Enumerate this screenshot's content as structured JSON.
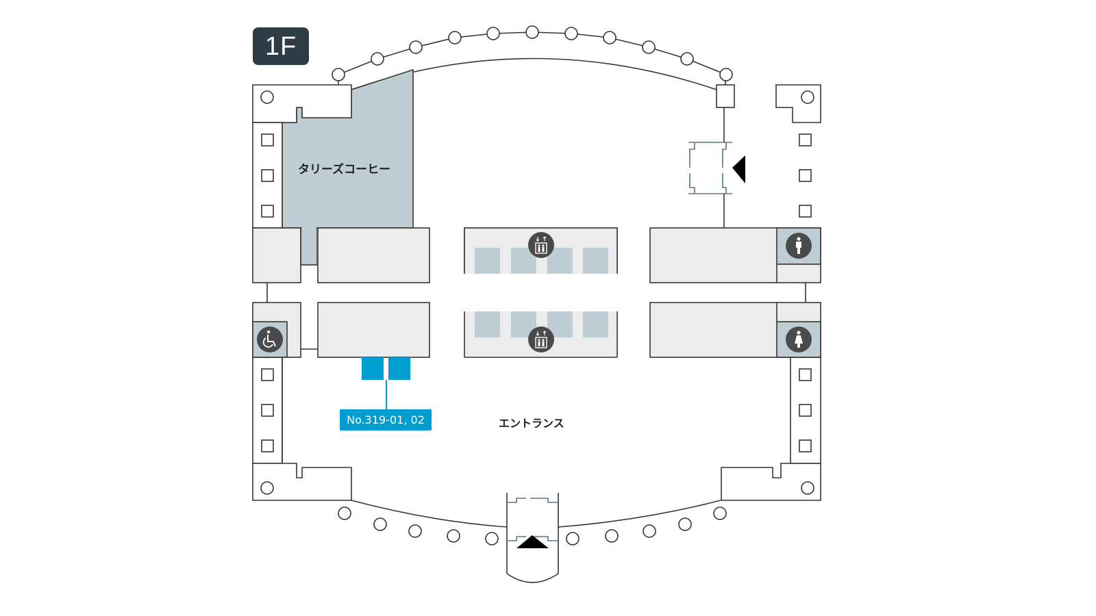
{
  "floor": {
    "label": "1F"
  },
  "areas": {
    "cafe": "タリーズコーヒー",
    "entrance": "エントランス"
  },
  "booth": {
    "label": "No.319-01, 02",
    "color": "#009ecf"
  },
  "facilities": [
    {
      "type": "elevator",
      "name": "elevator-upper"
    },
    {
      "type": "elevator",
      "name": "elevator-lower"
    },
    {
      "type": "restroom-men"
    },
    {
      "type": "restroom-women"
    },
    {
      "type": "accessible-restroom"
    }
  ],
  "entrances": [
    {
      "position": "bottom",
      "direction": "up"
    },
    {
      "position": "right",
      "direction": "left"
    }
  ],
  "colors": {
    "wall": "#3a3330",
    "room_fill": "#ececec",
    "highlight_fill": "#bfcdd5",
    "icon_bg": "#4a4a4a",
    "badge_bg": "#2e3d45",
    "door": "#5f7380"
  }
}
